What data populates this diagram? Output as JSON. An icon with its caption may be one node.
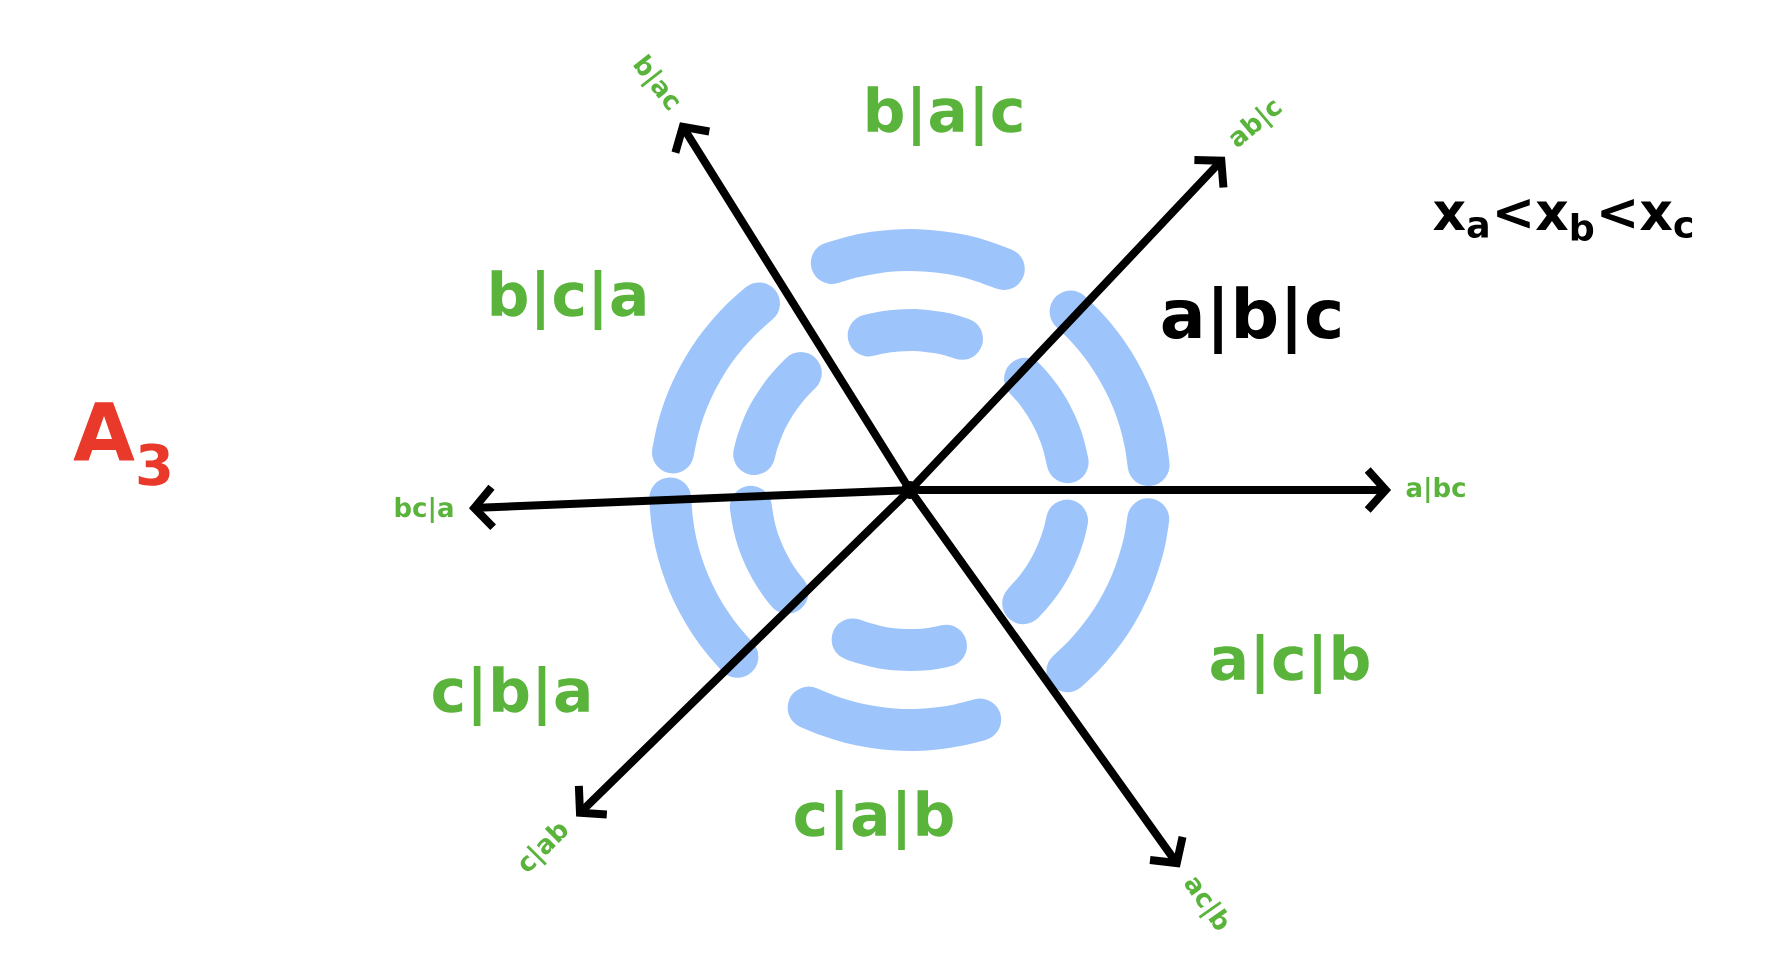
{
  "diagram": {
    "nodes": [
      {
        "text": [],
        "shape": "circle"
      },
      {
        "text": [
          "b|ac"
        ]
      },
      {
        "text": [
          "ab|c"
        ]
      },
      {
        "text": [
          "bc|a"
        ]
      },
      {
        "text": [
          "a|bc"
        ]
      },
      {
        "text": [
          "c|ab"
        ]
      },
      {
        "text": [
          "ac|b"
        ]
      }
    ],
    "edges": [
      {
        "from": 0,
        "to": 1,
        "arrow": "to"
      },
      {
        "from": 0,
        "to": 2,
        "arrow": "to"
      },
      {
        "from": 0,
        "to": 3,
        "arrow": "to"
      },
      {
        "from": 0,
        "to": 4,
        "arrow": "to"
      },
      {
        "from": 0,
        "to": 5,
        "arrow": "to"
      },
      {
        "from": 0,
        "to": 6,
        "arrow": "to"
      }
    ],
    "labels": [
      "b|a|c",
      "b|c|a",
      "x$_{a}$<x$_{b}$<x$_{c}$",
      "a|b|c",
      "A$_{3}$",
      "a|c|b",
      "c|b|a",
      "c|a|b"
    ]
  }
}
